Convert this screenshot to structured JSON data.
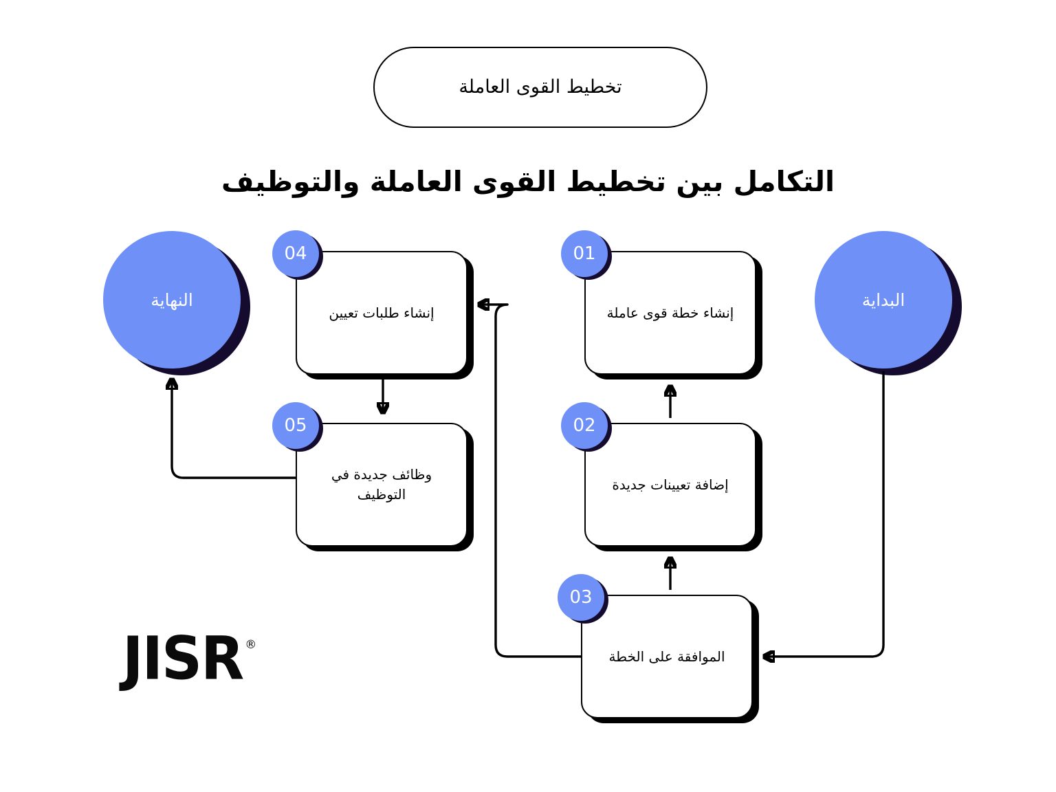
{
  "header": {
    "pill_label": "تخطيط القوى العاملة",
    "title": "التكامل بين تخطيط القوى العاملة والتوظيف"
  },
  "colors": {
    "accent_blue": "#6F90F7",
    "shadow_navy": "#140B2E",
    "outline_black": "#000000",
    "background": "#FFFFFF"
  },
  "terminators": {
    "start": {
      "label": "البداية"
    },
    "end": {
      "label": "النهاية"
    }
  },
  "steps": [
    {
      "number": "01",
      "label": "إنشاء خطة قوى عاملة"
    },
    {
      "number": "02",
      "label": "إضافة تعيينات جديدة"
    },
    {
      "number": "03",
      "label": "الموافقة على الخطة"
    },
    {
      "number": "04",
      "label": "إنشاء طلبات تعيين"
    },
    {
      "number": "05",
      "label": "وظائف جديدة في التوظيف"
    }
  ],
  "logo": {
    "wordmark": "JISR",
    "registered": "®"
  }
}
